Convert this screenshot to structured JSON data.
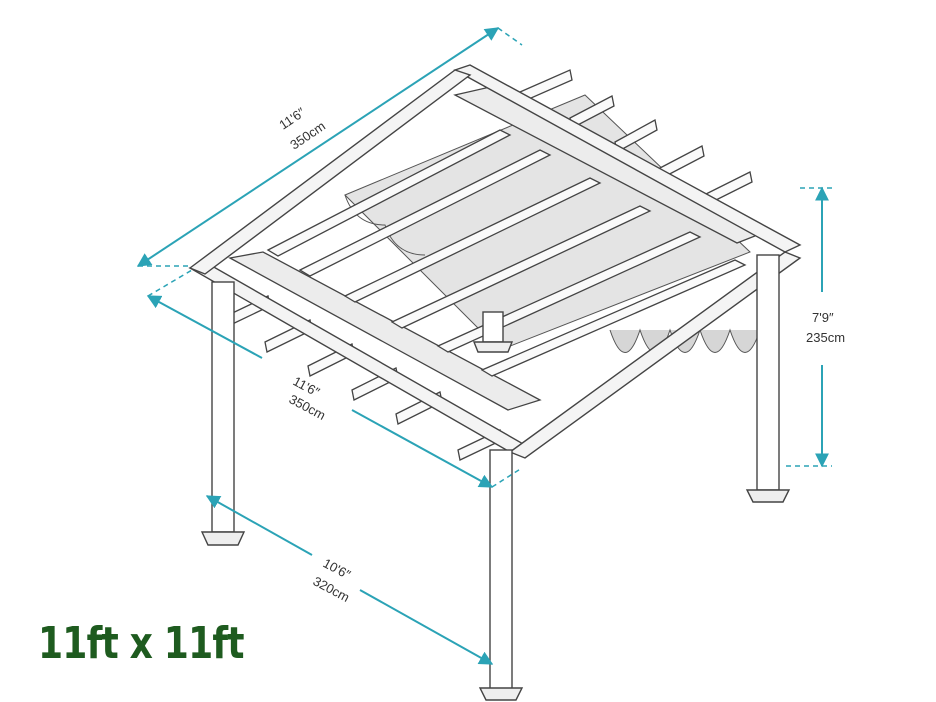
{
  "size_label": "11ft x 11ft",
  "dimensions": {
    "top_depth": {
      "imperial": "11'6″",
      "metric": "350cm"
    },
    "front_width": {
      "imperial": "11'6″",
      "metric": "350cm"
    },
    "height": {
      "imperial": "7'9″",
      "metric": "235cm"
    },
    "post_span": {
      "imperial": "10'6″",
      "metric": "320cm"
    }
  },
  "colors": {
    "label_green": "#1e5b1f",
    "dimension_line": "#2ba3b6",
    "structure_line": "#333333",
    "canopy_fill": "#e4e4e4"
  }
}
